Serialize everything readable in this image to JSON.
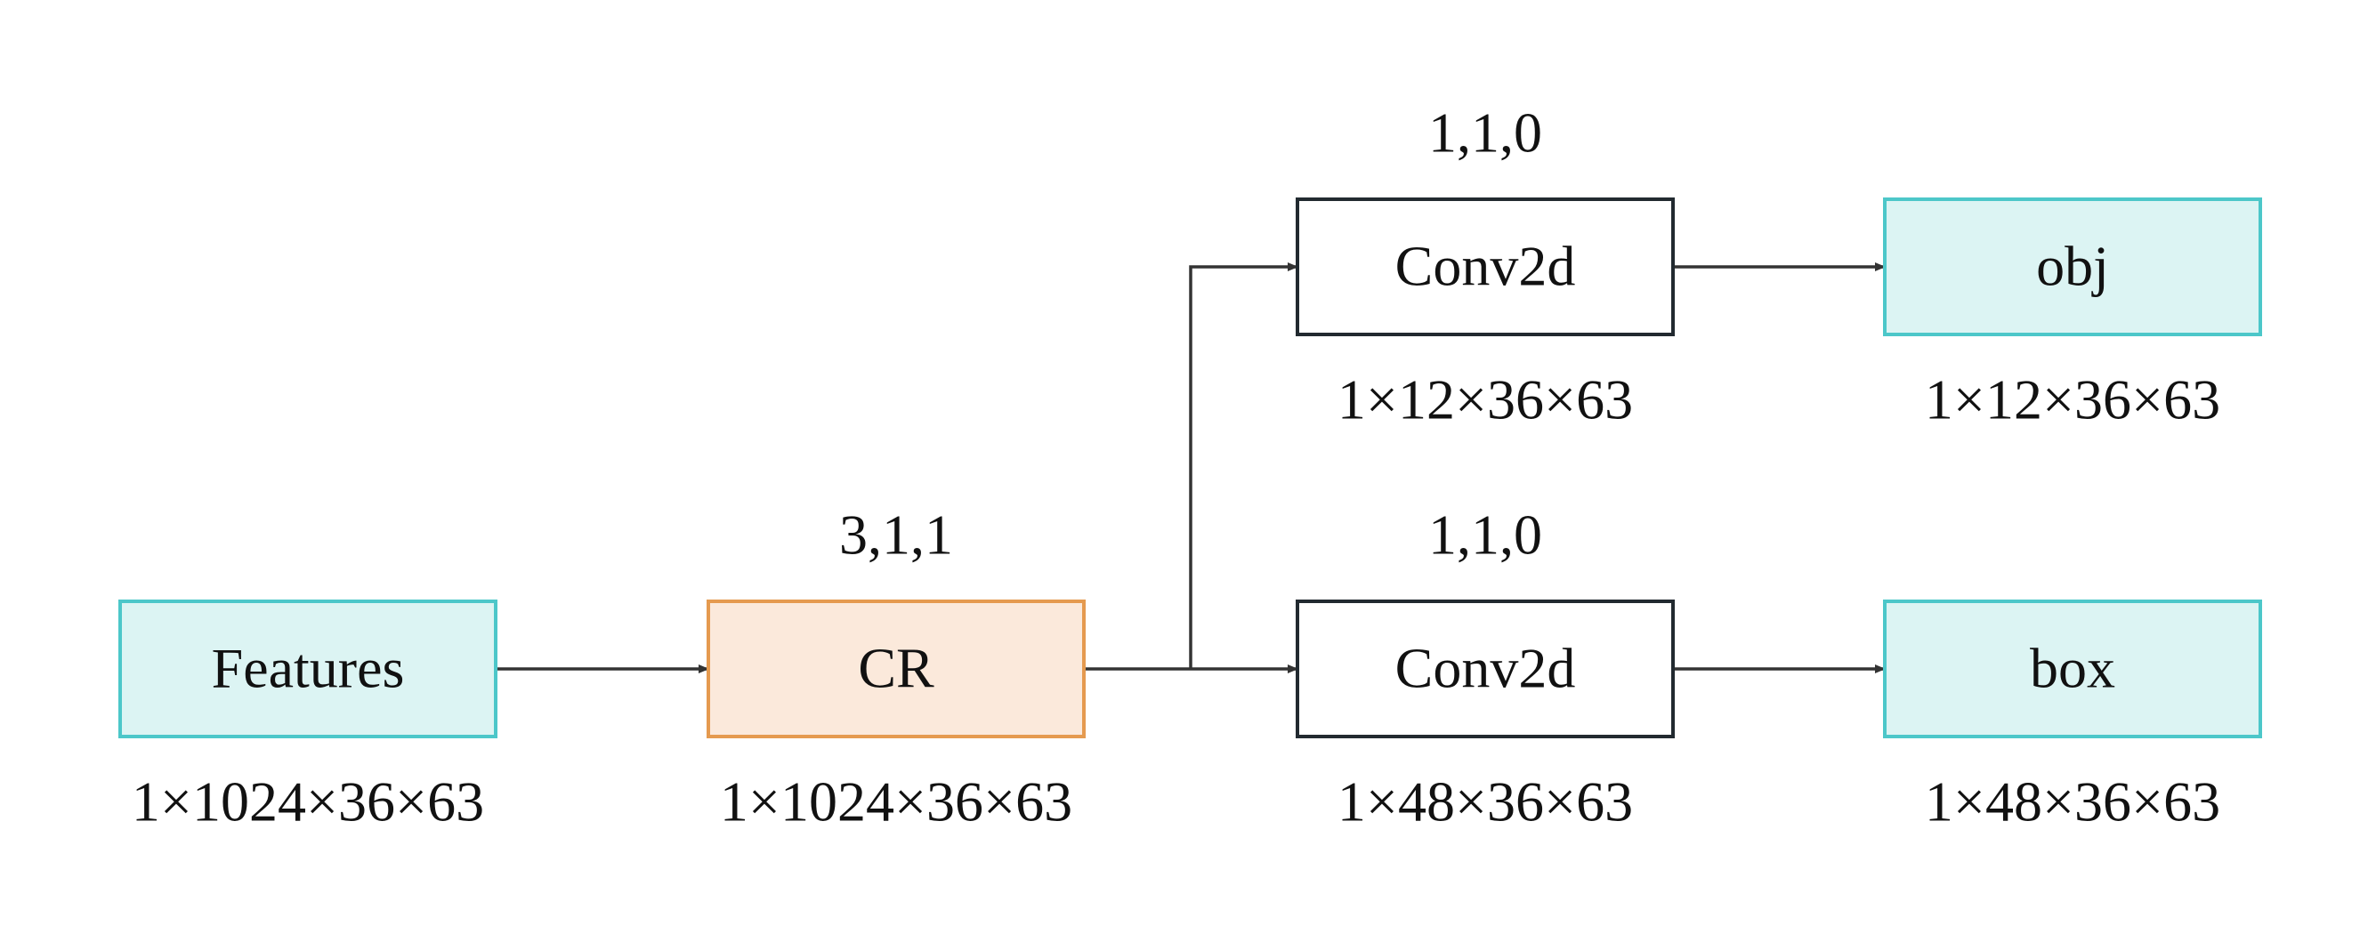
{
  "colors": {
    "io_fill": "#dcf4f3",
    "io_stroke": "#4cc7c9",
    "cr_fill": "#fbe9db",
    "cr_stroke": "#e59a4f",
    "conv_fill": "#ffffff",
    "conv_stroke": "#222a30",
    "edge": "#333333"
  },
  "nodes": {
    "features": {
      "label": "Features",
      "dims": "1×1024×36×63"
    },
    "cr": {
      "label": "CR",
      "params": "3,1,1",
      "dims": "1×1024×36×63"
    },
    "conv_top": {
      "label": "Conv2d",
      "params": "1,1,0",
      "dims": "1×12×36×63"
    },
    "conv_bottom": {
      "label": "Conv2d",
      "params": "1,1,0",
      "dims": "1×48×36×63"
    },
    "obj": {
      "label": "obj",
      "dims": "1×12×36×63"
    },
    "box": {
      "label": "box",
      "dims": "1×48×36×63"
    }
  },
  "edges": [
    {
      "from": "features",
      "to": "cr"
    },
    {
      "from": "cr",
      "to": "conv_top"
    },
    {
      "from": "cr",
      "to": "conv_bottom"
    },
    {
      "from": "conv_top",
      "to": "obj"
    },
    {
      "from": "conv_bottom",
      "to": "box"
    }
  ]
}
